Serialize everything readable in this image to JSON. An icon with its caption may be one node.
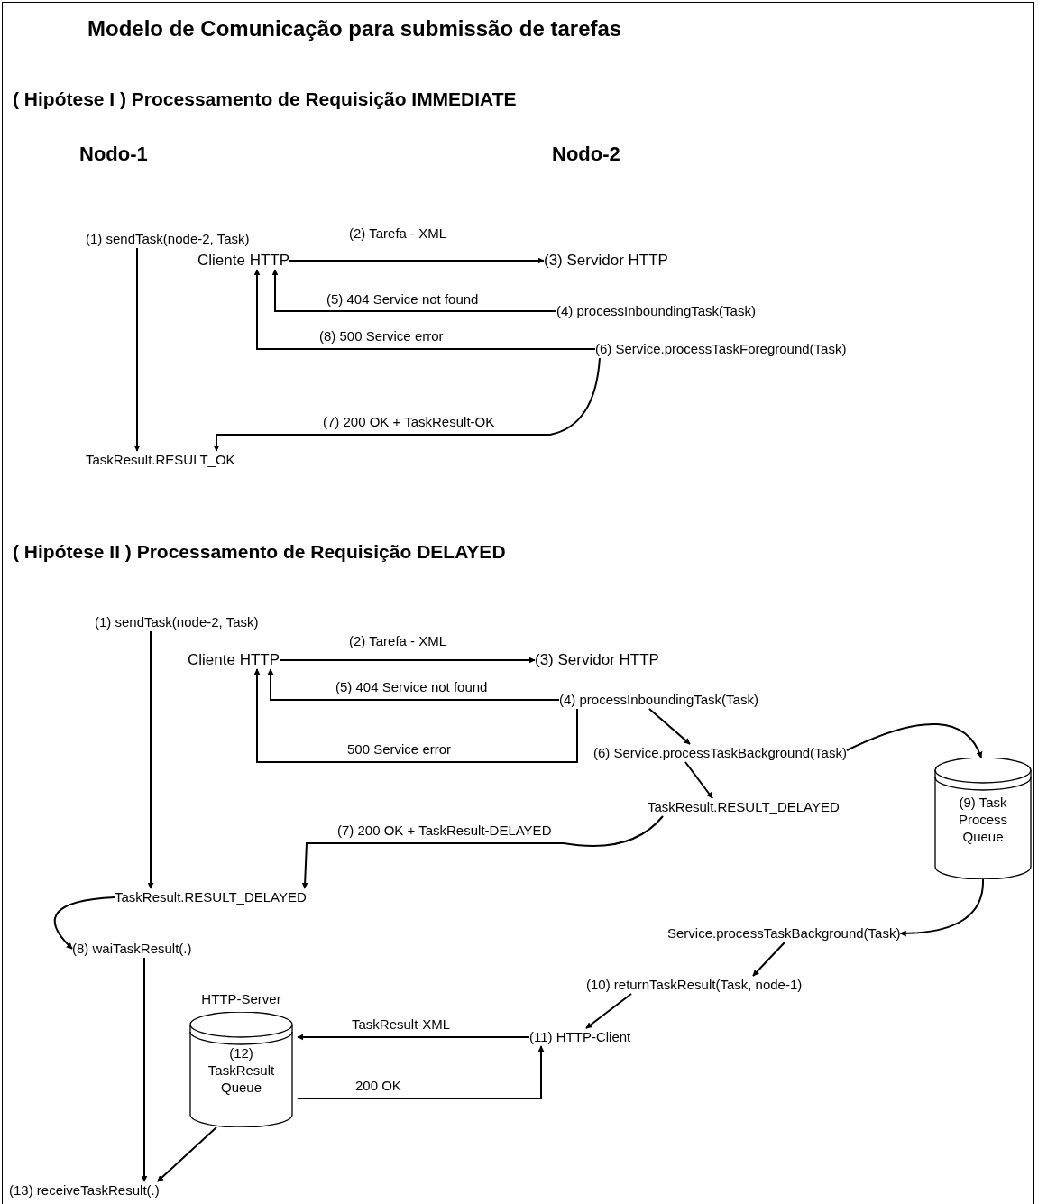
{
  "diagram": {
    "title": "Modelo de Comunicação para submissão de tarefas",
    "nodes": [
      {
        "text": [
          "(1) sendTask(node-2, Task)"
        ]
      },
      {
        "text": [
          "Cliente HTTP"
        ]
      },
      {
        "text": [
          "(3) Servidor HTTP"
        ]
      },
      {
        "text": [
          "(4) processInboundingTask(Task)"
        ]
      },
      {
        "text": [
          "(6) Service.processTaskForeground(Task)"
        ]
      },
      {
        "text": [
          "TaskResult.RESULT_OK"
        ]
      },
      {
        "text": [
          "(1) sendTask(node-2, Task)"
        ]
      },
      {
        "text": [
          "Cliente HTTP"
        ]
      },
      {
        "text": [
          "(3) Servidor HTTP"
        ]
      },
      {
        "text": [
          "(4) processInboundingTask(Task)"
        ]
      },
      {
        "text": [
          "(6) Service.processTaskBackground(Task)"
        ]
      },
      {
        "text": [
          "TaskResult.RESULT_DELAYED"
        ]
      },
      {
        "text": [
          "(9) Task Process Queue"
        ]
      },
      {
        "text": [
          "TaskResult.RESULT_DELAYED"
        ]
      },
      {
        "text": [
          "(8) waiTaskResult(.)"
        ]
      },
      {
        "text": [
          "Service.processTaskBackground(Task)"
        ]
      },
      {
        "text": [
          "(10) returnTaskResult(Task, node-1)"
        ]
      },
      {
        "text": [
          "(11) HTTP-Client"
        ]
      },
      {
        "text": [
          "HTTP-Server",
          "(12) TaskResult Queue"
        ]
      },
      {
        "text": [
          "(13) receiveTaskResult(.)"
        ]
      }
    ],
    "edges": [
      {
        "from": 0,
        "to": 5,
        "arrow": "to"
      },
      {
        "from": 1,
        "to": 2,
        "arrow": "to",
        "label": "(2) Tarefa - XML"
      },
      {
        "from": 3,
        "to": 1,
        "arrow": "to",
        "label": "(5) 404 Service not found"
      },
      {
        "from": 4,
        "to": 1,
        "arrow": "to",
        "label": "(8) 500 Service error"
      },
      {
        "from": 4,
        "to": 5,
        "arrow": "to",
        "label": "(7) 200 OK + TaskResult-OK"
      },
      {
        "from": 6,
        "to": 13,
        "arrow": "to"
      },
      {
        "from": 7,
        "to": 8,
        "arrow": "to",
        "label": "(2) Tarefa - XML"
      },
      {
        "from": 9,
        "to": 7,
        "arrow": "to",
        "label": "(5) 404 Service not found"
      },
      {
        "from": 9,
        "to": 7,
        "arrow": "to",
        "label": "500 Service error"
      },
      {
        "from": 9,
        "to": 10,
        "arrow": "to"
      },
      {
        "from": 10,
        "to": 12,
        "arrow": "to"
      },
      {
        "from": 10,
        "to": 11,
        "arrow": "to"
      },
      {
        "from": 11,
        "to": 13,
        "arrow": "to",
        "label": "(7) 200 OK + TaskResult-DELAYED"
      },
      {
        "from": 13,
        "to": 14,
        "arrow": "to"
      },
      {
        "from": 12,
        "to": 15,
        "arrow": "to"
      },
      {
        "from": 15,
        "to": 16,
        "arrow": "to"
      },
      {
        "from": 16,
        "to": 17,
        "arrow": "to"
      },
      {
        "from": 17,
        "to": 18,
        "arrow": "to",
        "label": "TaskResult-XML"
      },
      {
        "from": 18,
        "to": 17,
        "arrow": "to",
        "label": "200 OK"
      },
      {
        "from": 14,
        "to": 19,
        "arrow": "to"
      },
      {
        "from": 18,
        "to": 19,
        "arrow": "to"
      }
    ],
    "labels": [
      "( Hipótese I ) Processamento de Requisição IMMEDIATE",
      "Nodo-1",
      "Nodo-2",
      "( Hipótese II ) Processamento de Requisição DELAYED"
    ]
  }
}
